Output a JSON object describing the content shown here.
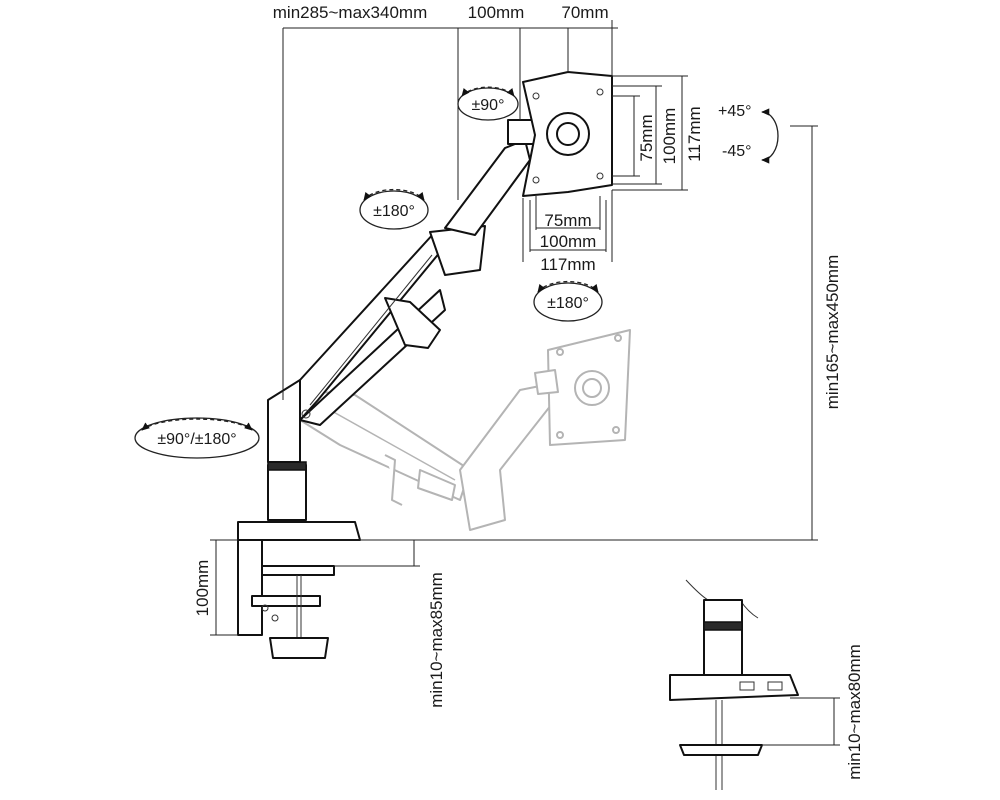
{
  "labels": {
    "reach": "min285~max340mm",
    "offset_a": "100mm",
    "offset_b": "70mm",
    "vesa_h1": "75mm",
    "vesa_h2": "100mm",
    "vesa_h3": "117mm",
    "vesa_w1": "75mm",
    "vesa_w2": "100mm",
    "vesa_w3": "117mm",
    "height_range": "min165~max450mm",
    "clamp_height": "100mm",
    "clamp_range": "min10~max85mm",
    "grommet_range": "min10~max80mm"
  },
  "rotations": {
    "head_rotate": "±90°",
    "tilt_up": "+45°",
    "tilt_down": "-45°",
    "arm_swivel": "±180°",
    "head_swivel": "±180°",
    "base_rotate": "±90°/±180°"
  }
}
